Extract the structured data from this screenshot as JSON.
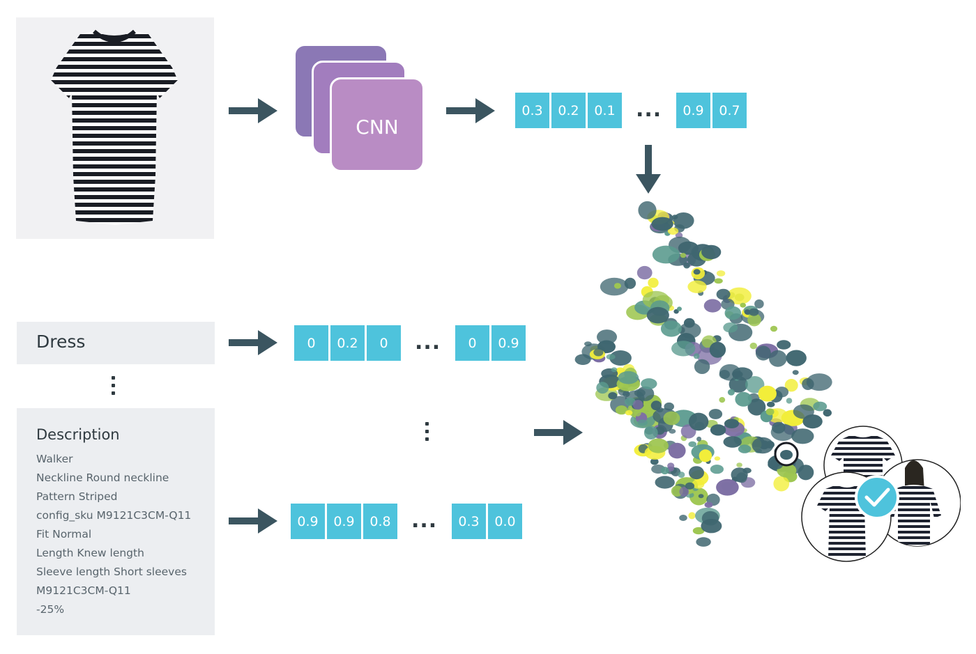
{
  "cnn": {
    "label": "CNN"
  },
  "image_vector": {
    "start": [
      "0.3",
      "0.2",
      "0.1"
    ],
    "ellipsis": "...",
    "end": [
      "0.9",
      "0.7"
    ]
  },
  "title_attribute": {
    "label": "Dress",
    "vector": {
      "start": [
        "0",
        "0.2",
        "0"
      ],
      "ellipsis": "...",
      "end": [
        "0",
        "0.9"
      ]
    }
  },
  "description_attribute": {
    "title": "Description",
    "lines": [
      "Walker",
      "Neckline Round neckline",
      "Pattern Striped",
      "config_sku M9121C3CM-Q11",
      "Fit Normal",
      "Length Knew length",
      "Sleeve length Short sleeves",
      "M9121C3CM-Q11",
      "-25%"
    ],
    "vector": {
      "start": [
        "0.9",
        "0.9",
        "0.8"
      ],
      "ellipsis": "...",
      "end": [
        "0.3",
        "0.0"
      ]
    }
  },
  "colors": {
    "cell": "#4ec3dc",
    "arrow": "#3b5560",
    "cnn_back": "#8b78b5",
    "cnn_mid": "#a27dbe",
    "cnn_front": "#b98cc4",
    "cluster_dark": "#3f6670",
    "cluster_green": "#9ec651",
    "cluster_yellow": "#f2ee3a",
    "check_badge": "#4ec3dc"
  },
  "icons": [
    "striped-dress-image",
    "arrow-right-icon",
    "arrow-down-icon",
    "embedding-scatter",
    "check-icon",
    "vertical-ellipsis-icon"
  ]
}
